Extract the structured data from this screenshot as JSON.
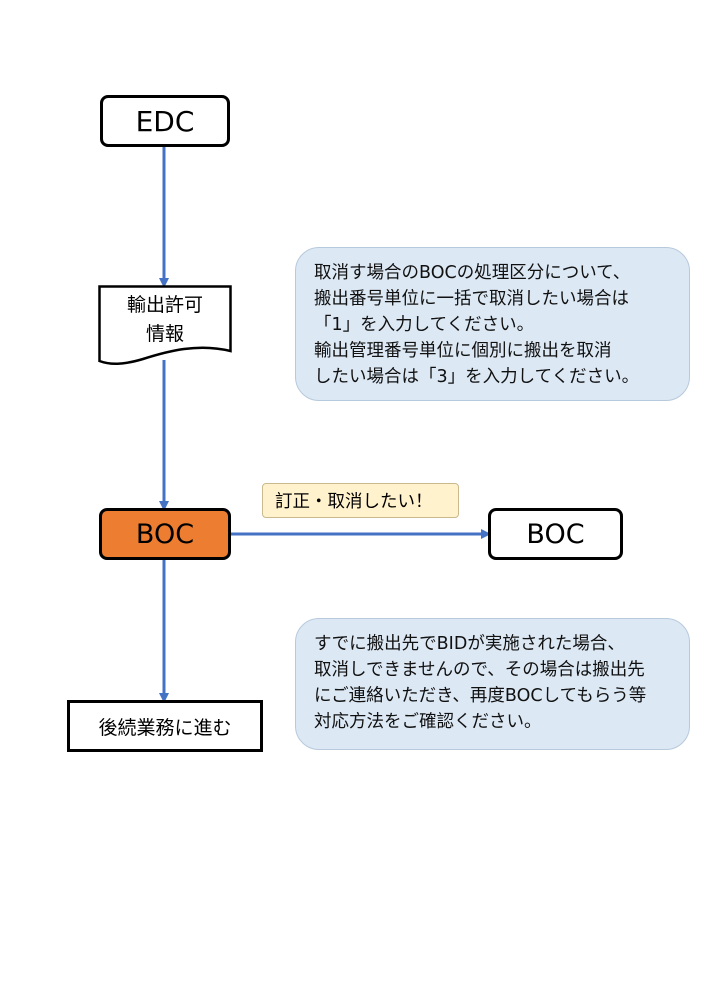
{
  "nodes": {
    "edc": "EDC",
    "export_permit": [
      "輸出許可",
      "情報"
    ],
    "boc_main": "BOC",
    "boc_right": "BOC",
    "next_step": "後続業務に進む"
  },
  "edge_label": "訂正・取消したい！",
  "notes": {
    "note1": [
      "取消す場合のBOCの処理区分について、",
      "搬出番号単位に一括で取消したい場合は",
      "「1」を入力してください。",
      "輸出管理番号単位に個別に搬出を取消",
      "したい場合は「3」を入力してください。"
    ],
    "note2": [
      "すでに搬出先でBIDが実施された場合、",
      "取消しできませんので、その場合は搬出先",
      "にご連絡いただき、再度BOCしてもらう等",
      "対応方法をご確認ください。"
    ]
  },
  "colors": {
    "arrow": "#4472c4",
    "boc_highlight": "#ed7d31",
    "note_fill": "#dce8f4",
    "label_fill": "#fff2cc"
  }
}
